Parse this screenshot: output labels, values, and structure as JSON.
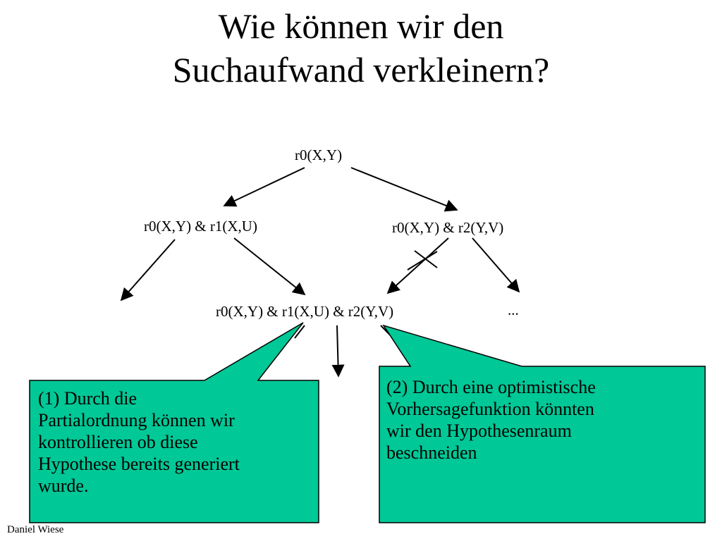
{
  "slide": {
    "title_line1": "Wie können wir den",
    "title_line2": "Suchaufwand verkleinern?",
    "footer": "Daniel Wiese"
  },
  "tree": {
    "root": "r0(X,Y)",
    "left_child": "r0(X,Y) & r1(X,U)",
    "right_child": "r0(X,Y) & r2(Y,V)",
    "merged": "r0(X,Y) & r1(X,U) & r2(Y,V)",
    "ellipsis": "..."
  },
  "callouts": {
    "left": {
      "lines": [
        "(1) Durch die",
        "Partialordnung können wir",
        "kontrollieren ob diese",
        "Hypothese bereits generiert",
        "wurde."
      ],
      "color": "#00c896"
    },
    "right": {
      "lines": [
        "(2) Durch eine optimistische",
        "Vorhersagefunktion könnten",
        "wir den Hypothesenraum",
        "beschneiden"
      ],
      "color": "#00c896"
    }
  }
}
